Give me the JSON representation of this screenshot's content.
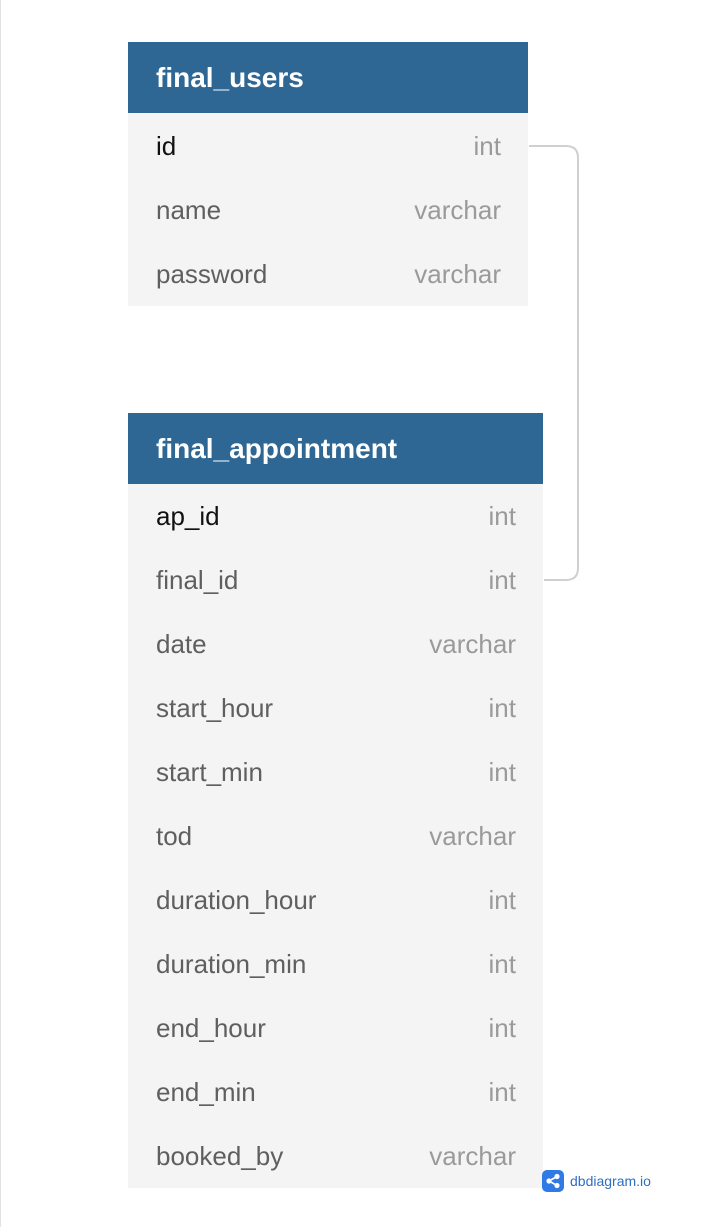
{
  "tables": [
    {
      "name": "final_users",
      "columns": [
        {
          "name": "id",
          "type": "int",
          "pk": true
        },
        {
          "name": "name",
          "type": "varchar",
          "pk": false
        },
        {
          "name": "password",
          "type": "varchar",
          "pk": false
        }
      ]
    },
    {
      "name": "final_appointment",
      "columns": [
        {
          "name": "ap_id",
          "type": "int",
          "pk": true
        },
        {
          "name": "final_id",
          "type": "int",
          "pk": false
        },
        {
          "name": "date",
          "type": "varchar",
          "pk": false
        },
        {
          "name": "start_hour",
          "type": "int",
          "pk": false
        },
        {
          "name": "start_min",
          "type": "int",
          "pk": false
        },
        {
          "name": "tod",
          "type": "varchar",
          "pk": false
        },
        {
          "name": "duration_hour",
          "type": "int",
          "pk": false
        },
        {
          "name": "duration_min",
          "type": "int",
          "pk": false
        },
        {
          "name": "end_hour",
          "type": "int",
          "pk": false
        },
        {
          "name": "end_min",
          "type": "int",
          "pk": false
        },
        {
          "name": "booked_by",
          "type": "varchar",
          "pk": false
        }
      ]
    }
  ],
  "relationships": [
    {
      "from": "final_users.id",
      "to": "final_appointment.final_id"
    }
  ],
  "colors": {
    "header_bg": "#2f6794",
    "table_bg": "#f4f4f4",
    "link_line": "#d0d0d0",
    "watermark_icon": "#2f7ae5"
  },
  "watermark": {
    "icon": "share-nodes-icon",
    "text": "dbdiagram.io"
  }
}
